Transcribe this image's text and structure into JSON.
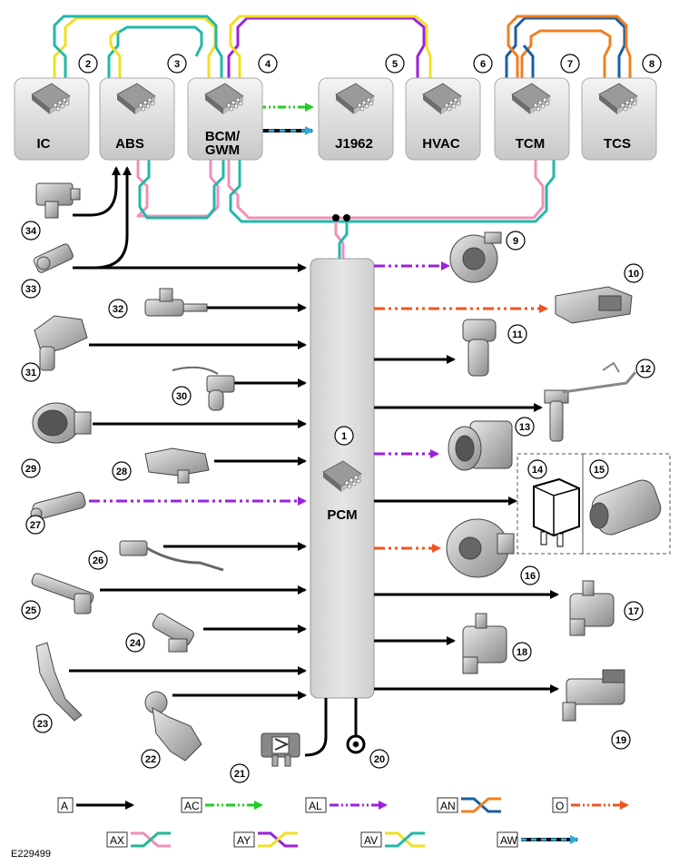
{
  "figure_id": "E229499",
  "modules": {
    "ic": "IC",
    "abs": "ABS",
    "bcm_line1": "BCM/",
    "bcm_line2": "GWM",
    "j1962": "J1962",
    "hvac": "HVAC",
    "tcm": "TCM",
    "tcs": "TCS",
    "pcm": "PCM"
  },
  "callouts": [
    "1",
    "2",
    "3",
    "4",
    "5",
    "6",
    "7",
    "8",
    "9",
    "10",
    "11",
    "12",
    "13",
    "14",
    "15",
    "16",
    "17",
    "18",
    "19",
    "20",
    "21",
    "22",
    "23",
    "24",
    "25",
    "26",
    "27",
    "28",
    "29",
    "30",
    "31",
    "32",
    "33",
    "34"
  ],
  "key": [
    {
      "code": "A",
      "color": "#000000",
      "style": "solid-arrow"
    },
    {
      "code": "AC",
      "color": "#22cc22",
      "style": "dash-dot-arrow"
    },
    {
      "code": "AL",
      "color": "#9922dd",
      "style": "dash-dot-arrow"
    },
    {
      "code": "AN",
      "color": "#1a5fa0",
      "color2": "#f08020",
      "style": "twisted-pair"
    },
    {
      "code": "O",
      "color": "#ee5522",
      "style": "dash-dot-arrow"
    },
    {
      "code": "AX",
      "color": "#f090b8",
      "color2": "#22b890",
      "style": "twisted-pair"
    },
    {
      "code": "AY",
      "color": "#9922dd",
      "color2": "#f0e020",
      "style": "twisted-pair"
    },
    {
      "code": "AV",
      "color": "#f0e020",
      "color2": "#22b8a8",
      "style": "twisted-pair"
    },
    {
      "code": "AW",
      "color": "#111111",
      "color2": "#33aadd",
      "style": "dash-arrow"
    }
  ]
}
